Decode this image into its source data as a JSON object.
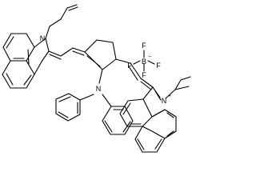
{
  "structure": {
    "type": "chemical-structure-drawing",
    "atoms": {
      "n_top": "N",
      "n_diphenylamino": "N",
      "n_cation": "N",
      "n_cation_charge": "+",
      "boron": "B",
      "boron_charge": "−",
      "f_top": "F",
      "f_left": "F",
      "f_right": "F",
      "f_bottom": "F"
    }
  },
  "colors": {
    "ink": "#000000",
    "background": "#ffffff"
  }
}
